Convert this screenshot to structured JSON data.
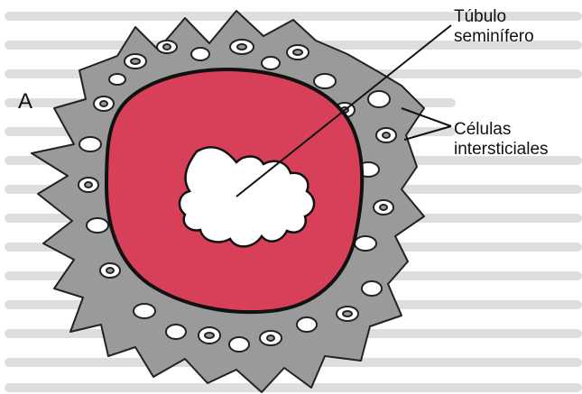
{
  "panel_label": "A",
  "labels": {
    "tubule": "Túbulo\nseminífero",
    "interstitial_cells": "Células\nintersticiales"
  },
  "colors": {
    "background_text": "#dcdcdc",
    "stroma": "#9a9a9a",
    "epithelium": "#d8405a",
    "outline": "#111111",
    "cell_fill": "#ffffff"
  }
}
